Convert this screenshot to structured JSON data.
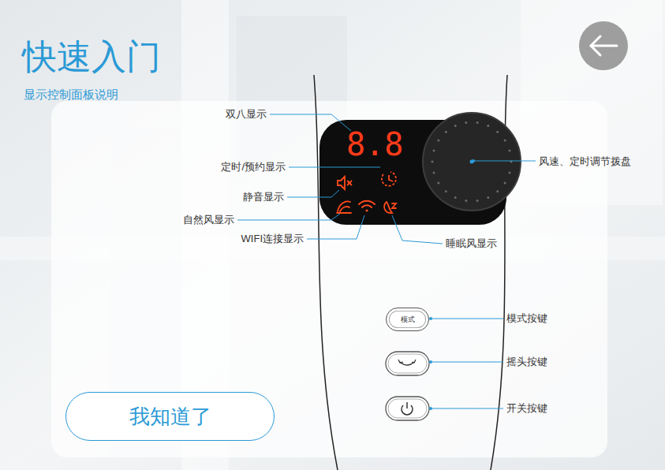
{
  "diagram": {
    "nodes": [
      {
        "text": [
          "我知道了"
        ]
      },
      {
        "text": [
          "8.8"
        ]
      },
      {
        "text": [
          "模式"
        ]
      }
    ],
    "labels": [
      "快速入门",
      "显示控制面板说明",
      "双八显示",
      "定时/预约显示",
      "静音显示",
      "自然风显示",
      "WIFI连接显示",
      "睡眠风显示",
      "风速、定时调节拨盘",
      "模式按键",
      "摇头按键",
      "开关按键"
    ]
  }
}
